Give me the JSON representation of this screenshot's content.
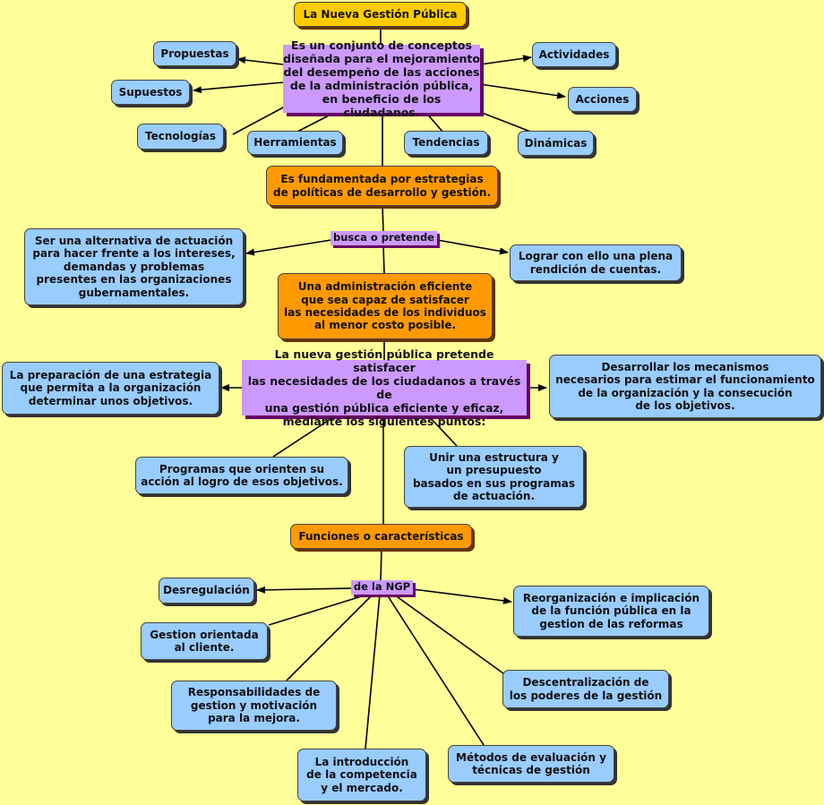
{
  "nodes": [
    {
      "id": "n_title",
      "text": "La Nueva Gestión Pública",
      "kind": "yellowc"
    },
    {
      "id": "n_def",
      "text": "Es un conjunto de conceptos\ndiseñada para el mejoramiento\ndel desempeño de las acciones\nde la administración pública,\nen beneficio de los ciudadanos.",
      "kind": "purple"
    },
    {
      "id": "n_prop",
      "text": "Propuestas",
      "kind": "blue"
    },
    {
      "id": "n_sup",
      "text": "Supuestos",
      "kind": "blue"
    },
    {
      "id": "n_tec",
      "text": "Tecnologías",
      "kind": "blue"
    },
    {
      "id": "n_her",
      "text": "Herramientas",
      "kind": "blue"
    },
    {
      "id": "n_ten",
      "text": "Tendencias",
      "kind": "blue"
    },
    {
      "id": "n_din",
      "text": "Dinámicas",
      "kind": "blue"
    },
    {
      "id": "n_acc",
      "text": "Acciones",
      "kind": "blue"
    },
    {
      "id": "n_act",
      "text": "Actividades",
      "kind": "blue"
    },
    {
      "id": "n_fund",
      "text": "Es fundamentada por estrategias\nde políticas de desarrollo y gestión.",
      "kind": "orange"
    },
    {
      "id": "n_busca",
      "text": "busca o pretende",
      "kind": "label"
    },
    {
      "id": "n_alt",
      "text": "Ser una alternativa de actuación\npara hacer frente a los intereses,\ndemandas y problemas\npresentes en las organizaciones\ngubernamentales.",
      "kind": "blue"
    },
    {
      "id": "n_rend",
      "text": "Lograr con ello una plena\nrendición de cuentas.",
      "kind": "blue"
    },
    {
      "id": "n_admin",
      "text": "Una administración eficiente\nque sea capaz de satisfacer\nlas necesidades de los individuos\nal menor costo posible.",
      "kind": "orange"
    },
    {
      "id": "n_ngp",
      "text": "La nueva gestión pública pretende satisfacer\nlas necesidades de los ciudadanos a través de\nuna gestión pública eficiente y eficaz,\nmediante los siguientes puntos:",
      "kind": "purple"
    },
    {
      "id": "n_prep",
      "text": "La preparación de una estrategia\nque permita a la organización\ndeterminar unos objetivos.",
      "kind": "blue"
    },
    {
      "id": "n_mec",
      "text": "Desarrollar los mecanismos\nnecesarios para estimar el funcionamiento\nde la organización y la consecución\nde los objetivos.",
      "kind": "blue"
    },
    {
      "id": "n_prog",
      "text": "Programas que orienten su\nacción al logro de esos objetivos.",
      "kind": "blue"
    },
    {
      "id": "n_unir",
      "text": "Unir una estructura y\nun presupuesto\nbasados en sus programas\nde actuación.",
      "kind": "blue"
    },
    {
      "id": "n_func",
      "text": "Funciones o características",
      "kind": "orange"
    },
    {
      "id": "n_dela",
      "text": "de la NGP",
      "kind": "label"
    },
    {
      "id": "n_desr",
      "text": "Desregulación",
      "kind": "blue"
    },
    {
      "id": "n_gest",
      "text": "Gestion orientada\nal cliente.",
      "kind": "blue"
    },
    {
      "id": "n_resp",
      "text": "Responsabilidades de\ngestion y motivación\npara la mejora.",
      "kind": "blue"
    },
    {
      "id": "n_intro",
      "text": "La introducción\nde la competencia\ny el mercado.",
      "kind": "blue"
    },
    {
      "id": "n_met",
      "text": "Métodos de evaluación y\ntécnicas de gestión",
      "kind": "blue"
    },
    {
      "id": "n_desc",
      "text": "Descentralización de\nlos poderes de la gestión",
      "kind": "blue"
    },
    {
      "id": "n_reorg",
      "text": "Reorganización e implicación\nde la función pública en la\ngestion de las reformas",
      "kind": "blue"
    }
  ]
}
